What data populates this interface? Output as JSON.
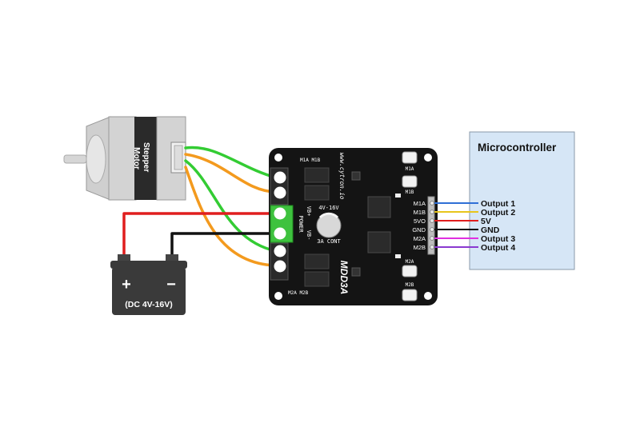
{
  "motor": {
    "label_line1": "Stepper",
    "label_line2": "Motor"
  },
  "battery": {
    "plus": "+",
    "minus": "−",
    "label": "(DC 4V-16V)"
  },
  "microcontroller": {
    "title": "Microcontroller",
    "outputs": [
      "Output 1",
      "Output 2",
      "5V",
      "GND",
      "Output 3",
      "Output 4"
    ]
  },
  "driver": {
    "brand": "www.cytron.io",
    "model": "MDD3A",
    "voltage": "4V-16V",
    "current": "3A CONT",
    "power_label": "POWER",
    "vb_plus": "VB+",
    "vb_minus": "VB-",
    "button_m1a": "M1A",
    "button_m1b": "M1B",
    "button_m2a": "M2A",
    "button_m2b": "M2B",
    "pins": [
      "M1A",
      "M1B",
      "5VO",
      "GND",
      "M2A",
      "M2B"
    ],
    "top_labels": "M1A  M1B",
    "bottom_labels": "M2A  M2B"
  },
  "colors": {
    "green": "#33cc33",
    "orange": "#f39a1e",
    "red": "#e01e1e",
    "black": "#111111",
    "blue": "#2f6fd6",
    "yellow": "#e8c51c",
    "magenta": "#e030e0",
    "purple": "#8a3ad0",
    "panel": "#d6e6f6"
  }
}
